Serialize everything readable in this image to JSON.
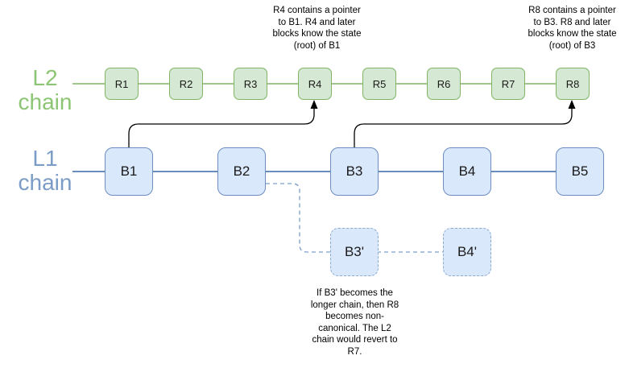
{
  "l2_chain": {
    "label": "L2\nchain",
    "blocks": [
      "R1",
      "R2",
      "R3",
      "R4",
      "R5",
      "R6",
      "R7",
      "R8"
    ],
    "fill_color": "#d5e8d4",
    "stroke_color": "#82b366",
    "label_color": "#8cc574"
  },
  "l1_chain": {
    "label": "L1\nchain",
    "blocks": [
      "B1",
      "B2",
      "B3",
      "B4",
      "B5"
    ],
    "fill_color": "#dae8fc",
    "stroke_color": "#6c8ebf",
    "label_color": "#7a9cc6"
  },
  "fork_chain": {
    "blocks": [
      "B3'",
      "B4'"
    ],
    "line_style": "dashed",
    "stroke_color": "#8caad0"
  },
  "annotations": {
    "r4_note": "R4 contains a pointer\nto B1. R4 and later\nblocks know the state\n(root) of B1",
    "r8_note": "R8 contains a pointer\nto B3. R8 and later\nblocks know the state\n(root) of B3",
    "fork_note": "If B3' becomes the\nlonger chain, then R8\nbecomes non-\ncanonical. The L2\nchain would revert to\nR7."
  }
}
